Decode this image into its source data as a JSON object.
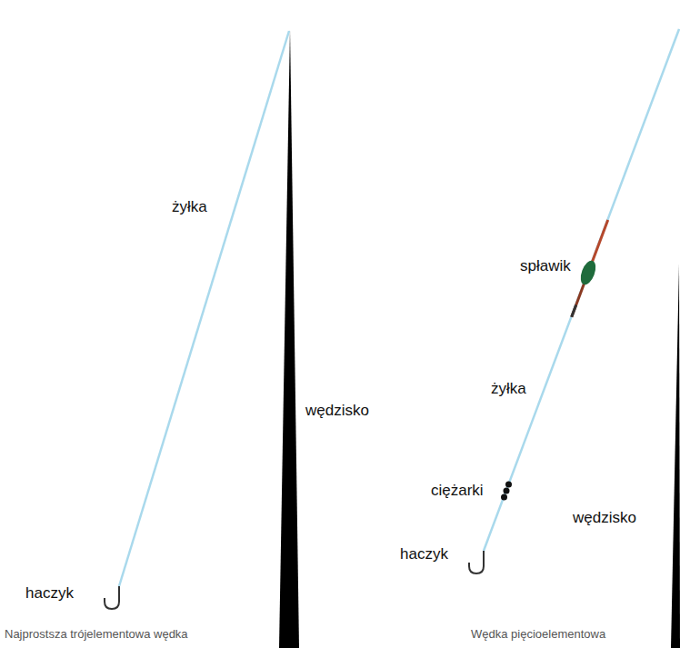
{
  "diagram": {
    "labels": [
      "żyłka",
      "wędzisko",
      "haczyk",
      "Najprostsza trójelementowa wędka",
      "spławik",
      "żyłka",
      "ciężarki",
      "wędzisko",
      "haczyk",
      "Wędka pięcioelementowa"
    ]
  }
}
